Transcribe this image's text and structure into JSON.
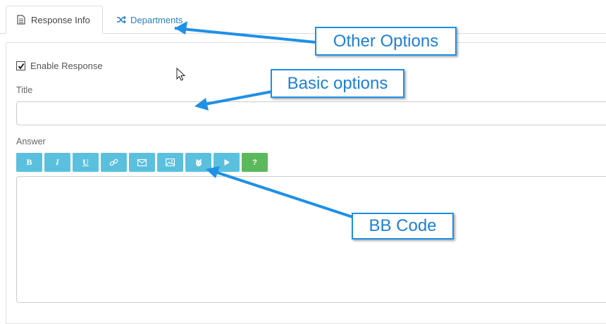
{
  "tabs": {
    "response_info": {
      "label": "Response Info",
      "icon": "document-icon",
      "active": true
    },
    "departments": {
      "label": "Departments",
      "icon": "shuffle-icon",
      "active": false
    }
  },
  "form": {
    "enable_response": {
      "label": "Enable Response",
      "checked": true
    },
    "title": {
      "label": "Title",
      "value": "",
      "placeholder": ""
    },
    "answer": {
      "label": "Answer",
      "value": ""
    },
    "toolbar": [
      {
        "name": "bold",
        "label": "B"
      },
      {
        "name": "italic",
        "label": "I"
      },
      {
        "name": "underline",
        "label": "U"
      },
      {
        "name": "link",
        "icon": "link-icon"
      },
      {
        "name": "email",
        "icon": "envelope-icon"
      },
      {
        "name": "image",
        "icon": "image-icon"
      },
      {
        "name": "emoticon",
        "icon": "emoticon-icon"
      },
      {
        "name": "video",
        "icon": "play-icon"
      },
      {
        "name": "help",
        "label": "?"
      }
    ]
  },
  "callouts": {
    "other_options": "Other Options",
    "basic_options": "Basic options",
    "bb_code": "BB Code"
  },
  "colors": {
    "accent": "#1e90e6",
    "toolbar_button": "#5bc0de",
    "help_button": "#5cb85c",
    "tab_link": "#2a7fc0"
  }
}
